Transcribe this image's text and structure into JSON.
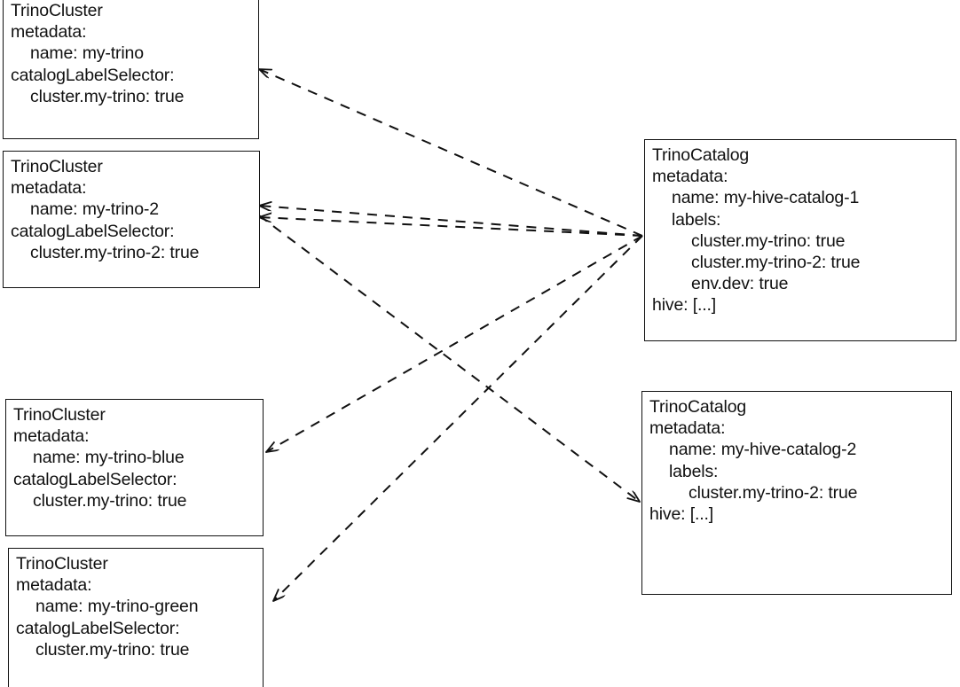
{
  "diagram": {
    "type": "relationship-diagram",
    "description": "TrinoCluster to TrinoCatalog label-selector matching diagram",
    "line_style": "dashed",
    "arrow_color": "#111111",
    "node_border_color": "#111111",
    "background_color": "#ffffff"
  },
  "nodes": [
    {
      "id": "cluster-my-trino",
      "kind": "TrinoCluster",
      "lines": [
        {
          "text": "TrinoCluster",
          "indent": 0
        },
        {
          "text": "metadata:",
          "indent": 0
        },
        {
          "text": "name: my-trino",
          "indent": 1
        },
        {
          "text": "catalogLabelSelector:",
          "indent": 0
        },
        {
          "text": "cluster.my-trino: true",
          "indent": 1
        }
      ]
    },
    {
      "id": "cluster-my-trino-2",
      "kind": "TrinoCluster",
      "lines": [
        {
          "text": "TrinoCluster",
          "indent": 0
        },
        {
          "text": "metadata:",
          "indent": 0
        },
        {
          "text": "name: my-trino-2",
          "indent": 1
        },
        {
          "text": "catalogLabelSelector:",
          "indent": 0
        },
        {
          "text": "cluster.my-trino-2: true",
          "indent": 1
        }
      ]
    },
    {
      "id": "cluster-my-trino-blue",
      "kind": "TrinoCluster",
      "lines": [
        {
          "text": "TrinoCluster",
          "indent": 0
        },
        {
          "text": "metadata:",
          "indent": 0
        },
        {
          "text": "name: my-trino-blue",
          "indent": 1
        },
        {
          "text": "catalogLabelSelector:",
          "indent": 0
        },
        {
          "text": "cluster.my-trino: true",
          "indent": 1
        }
      ]
    },
    {
      "id": "cluster-my-trino-green",
      "kind": "TrinoCluster",
      "lines": [
        {
          "text": "TrinoCluster",
          "indent": 0
        },
        {
          "text": "metadata:",
          "indent": 0
        },
        {
          "text": "name: my-trino-green",
          "indent": 1
        },
        {
          "text": "catalogLabelSelector:",
          "indent": 0
        },
        {
          "text": "cluster.my-trino: true",
          "indent": 1
        }
      ]
    },
    {
      "id": "catalog-my-hive-catalog-1",
      "kind": "TrinoCatalog",
      "lines": [
        {
          "text": "TrinoCatalog",
          "indent": 0
        },
        {
          "text": "metadata:",
          "indent": 0
        },
        {
          "text": "name: my-hive-catalog-1",
          "indent": 1
        },
        {
          "text": "labels:",
          "indent": 1
        },
        {
          "text": "cluster.my-trino: true",
          "indent": 2
        },
        {
          "text": "cluster.my-trino-2: true",
          "indent": 2
        },
        {
          "text": "env.dev: true",
          "indent": 2
        },
        {
          "text": "hive: [...]",
          "indent": 0
        }
      ]
    },
    {
      "id": "catalog-my-hive-catalog-2",
      "kind": "TrinoCatalog",
      "lines": [
        {
          "text": "TrinoCatalog",
          "indent": 0
        },
        {
          "text": "metadata:",
          "indent": 0
        },
        {
          "text": "name: my-hive-catalog-2",
          "indent": 1
        },
        {
          "text": "labels:",
          "indent": 1
        },
        {
          "text": "cluster.my-trino-2: true",
          "indent": 2
        },
        {
          "text": "hive: [...]",
          "indent": 0
        }
      ]
    }
  ],
  "edges": [
    {
      "id": "edge-catalog1-to-cluster-my-trino",
      "from": "catalog-my-hive-catalog-1",
      "to": "cluster-my-trino"
    },
    {
      "id": "edge-catalog1-to-cluster-my-trino-2",
      "from": "catalog-my-hive-catalog-1",
      "to": "cluster-my-trino-2"
    },
    {
      "id": "edge-catalog1-to-cluster-my-trino-blue",
      "from": "catalog-my-hive-catalog-1",
      "to": "cluster-my-trino-blue"
    },
    {
      "id": "edge-catalog1-to-cluster-my-trino-green",
      "from": "catalog-my-hive-catalog-1",
      "to": "cluster-my-trino-green"
    },
    {
      "id": "edge-cluster-my-trino-2-to-catalog2",
      "from": "cluster-my-trino-2",
      "to": "catalog-my-hive-catalog-2"
    },
    {
      "id": "edge-cluster-my-trino-2-to-catalog1",
      "from": "cluster-my-trino-2",
      "to": "catalog-my-hive-catalog-1"
    }
  ]
}
